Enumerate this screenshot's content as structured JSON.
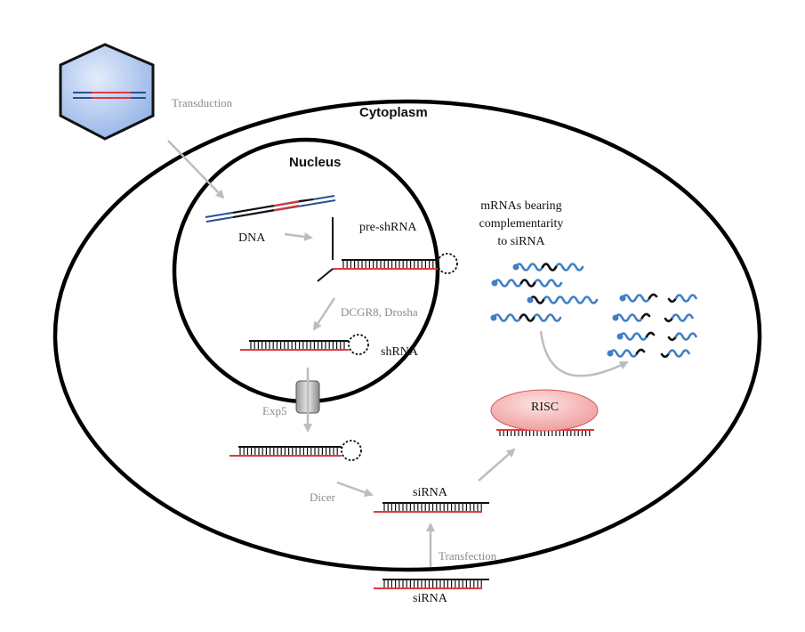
{
  "labels": {
    "cytoplasm": "Cytoplasm",
    "nucleus": "Nucleus",
    "transduction": "Transduction",
    "dna": "DNA",
    "pre_shrna": "pre-shRNA",
    "dcgr8_drosha": "DCGR8, Drosha",
    "shrna": "shRNA",
    "exp5": "Exp5",
    "dicer": "Dicer",
    "sirna_cyto": "siRNA",
    "sirna_ext": "siRNA",
    "transfection": "Transfection",
    "risc": "RISC",
    "mrna_line1": "mRNAs bearing",
    "mrna_line2": "complementarity",
    "mrna_line3": "to siRNA"
  },
  "colors": {
    "membrane": "#000000",
    "rna_red": "#e0393e",
    "strand_blue": "#2b4f8f",
    "mrna_blue": "#3f7fc6",
    "arrow_gray": "#bdbdbd",
    "label_gray": "#8a8a8a",
    "virus_fill": "#b9ccef",
    "risc_fill": "#f4b3b3"
  }
}
